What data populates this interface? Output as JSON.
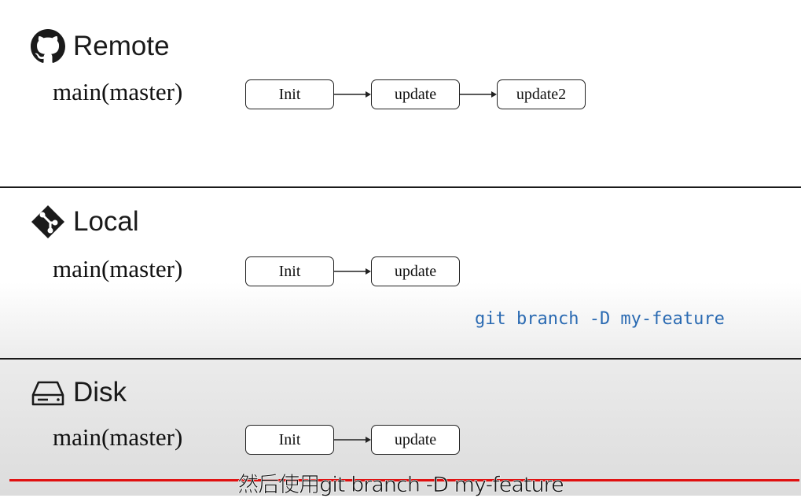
{
  "sections": [
    {
      "key": "remote",
      "title": "Remote",
      "icon": "github-icon",
      "branch": "main(master)",
      "commits": [
        "Init",
        "update",
        "update2"
      ]
    },
    {
      "key": "local",
      "title": "Local",
      "icon": "git-icon",
      "branch": "main(master)",
      "commits": [
        "Init",
        "update"
      ],
      "command": "git branch -D my-feature"
    },
    {
      "key": "disk",
      "title": "Disk",
      "icon": "hard-drive-icon",
      "branch": "main(master)",
      "commits": [
        "Init",
        "update"
      ]
    }
  ],
  "subtitle": "然后使用git branch -D my-feature",
  "colors": {
    "command": "#2a6ab2",
    "subtitle_line": "#e01010"
  }
}
